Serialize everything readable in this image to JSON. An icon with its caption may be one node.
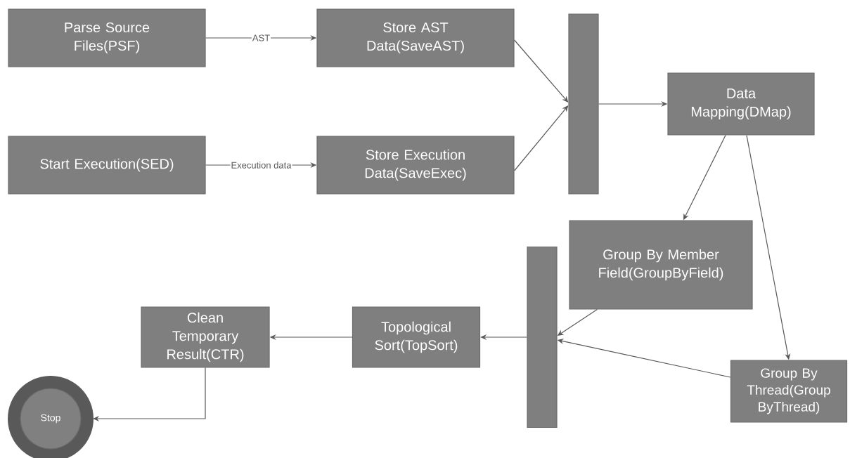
{
  "diagram": {
    "nodes": [
      {
        "text": [
          "Parse Source Files(PSF)"
        ]
      },
      {
        "text": [
          "Store AST Data(SaveAST)"
        ]
      },
      {
        "text": [],
        "shape": "bar"
      },
      {
        "text": [
          "Start Execution(SED)"
        ]
      },
      {
        "text": [
          "Store Execution Data(SaveExec)"
        ]
      },
      {
        "text": [
          "Data Mapping(DMap)"
        ]
      },
      {
        "text": [
          "Group By Member Field(GroupByField)"
        ]
      },
      {
        "text": [],
        "shape": "bar"
      },
      {
        "text": [
          "Topological Sort(TopSort)"
        ]
      },
      {
        "text": [
          "Clean Temporary Result(CTR)"
        ]
      },
      {
        "text": [
          "Group By Thread(Group ByThread)"
        ]
      },
      {
        "text": [
          "Stop"
        ]
      }
    ],
    "edges": [
      {
        "from": 0,
        "to": 1,
        "arrow": "to",
        "label": "AST"
      },
      {
        "from": 3,
        "to": 4,
        "arrow": "to",
        "label": "Execution data"
      },
      {
        "from": 1,
        "to": 2,
        "arrow": "to"
      },
      {
        "from": 4,
        "to": 2,
        "arrow": "to"
      },
      {
        "from": 2,
        "to": 5,
        "arrow": "to"
      },
      {
        "from": 5,
        "to": 6,
        "arrow": "to"
      },
      {
        "from": 5,
        "to": 10,
        "arrow": "to"
      },
      {
        "from": 6,
        "to": 7,
        "arrow": "to"
      },
      {
        "from": 10,
        "to": 7,
        "arrow": "to"
      },
      {
        "from": 7,
        "to": 8,
        "arrow": "to"
      },
      {
        "from": 8,
        "to": 9,
        "arrow": "to"
      },
      {
        "from": 9,
        "to": 11,
        "arrow": "to"
      }
    ]
  }
}
